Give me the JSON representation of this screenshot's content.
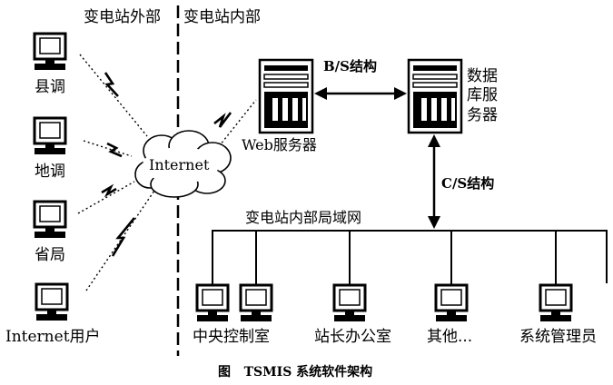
{
  "regions": {
    "outside": "变电站外部",
    "inside": "变电站内部"
  },
  "remote_clients": [
    {
      "id": "county",
      "label": "县调"
    },
    {
      "id": "regional",
      "label": "地调"
    },
    {
      "id": "province",
      "label": "省局"
    },
    {
      "id": "internet-user",
      "label": "Internet用户"
    }
  ],
  "cloud": {
    "label": "Internet"
  },
  "servers": {
    "web": {
      "label": "Web服务器"
    },
    "db": {
      "label_lines": [
        "数据",
        "库服",
        "务器"
      ]
    }
  },
  "links": {
    "bs": "B/S结构",
    "cs": "C/S结构",
    "lan": "变电站内部局域网"
  },
  "lan_clients": [
    {
      "id": "central-control",
      "label": "中央控制室"
    },
    {
      "id": "station-office",
      "label": "站长办公室"
    },
    {
      "id": "others",
      "label": "其他..."
    },
    {
      "id": "sys-admin",
      "label": "系统管理员"
    }
  ],
  "caption": "图   TSMIS 系统软件架构"
}
